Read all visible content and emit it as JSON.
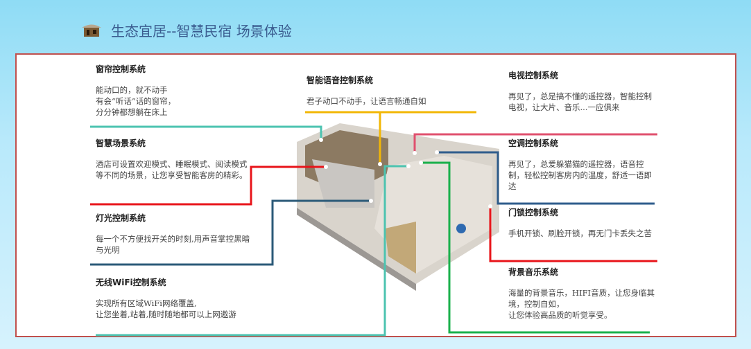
{
  "title": "生态宜居--智慧民宿  场景体验",
  "systems": [
    {
      "name": "窗帘控制系统",
      "desc": "能动口的，就不动手\n有会“听话”话的窗帘，\n分分钟都想躺在床上"
    },
    {
      "name": "智慧场景系统",
      "desc": "酒店可设置欢迎模式、睡眠模式、阅读模式等不同的场景，让您享受智能客房的精彩。"
    },
    {
      "name": "灯光控制系统",
      "desc": "每一个不方便找开关的时刻,用声音掌控黑暗与光明"
    },
    {
      "name": "无线WiFi控制系统",
      "desc": "实现所有区域WiFi网络覆盖,\n让您坐着,站着,随时随地都可以上网遨游"
    },
    {
      "name": "智能语音控制系统",
      "desc": "君子动口不动手，让语言畅通自如"
    },
    {
      "name": "电视控制系统",
      "desc": "再见了，总是搞不懂的遥控器，智能控制电视，让大片、音乐...一应俱来"
    },
    {
      "name": "空调控制系统",
      "desc": "再见了，总爱躲猫猫的遥控器，语音控制，轻松控制客房内的温度，舒适一语即达"
    },
    {
      "name": "门锁控制系统",
      "desc": "手机开锁、刷脸开锁，再无门卡丢失之苦"
    },
    {
      "name": "背景音乐系统",
      "desc": "海量的背景音乐，HIFI音质，让您身临其境，控制自如，\n让您体验高品质的听觉享受。"
    }
  ],
  "colors": {
    "teal": "#4cc3b0",
    "red": "#e8141a",
    "navy": "#2b5a78",
    "yellow": "#f2b705",
    "pink": "#e0506e",
    "blue": "#2f5d8c",
    "green": "#19b04b",
    "border": "#c0504d"
  }
}
